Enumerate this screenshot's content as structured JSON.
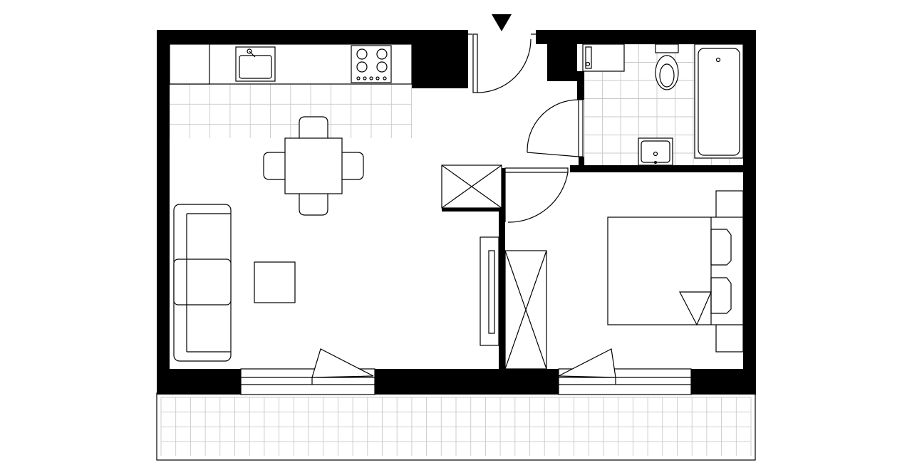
{
  "diagram": {
    "type": "floor-plan",
    "rooms": [
      "kitchen-living",
      "hallway",
      "bathroom",
      "bedroom",
      "balcony"
    ],
    "colors": {
      "wall": "#000000",
      "line": "#000000",
      "tile": "#c8c8c8",
      "background": "#ffffff"
    },
    "icons": [
      "entrance-arrow-icon",
      "sink-icon",
      "stove-icon",
      "toilet-icon",
      "bathtub-icon",
      "washbasin-icon",
      "washing-machine-icon"
    ]
  }
}
